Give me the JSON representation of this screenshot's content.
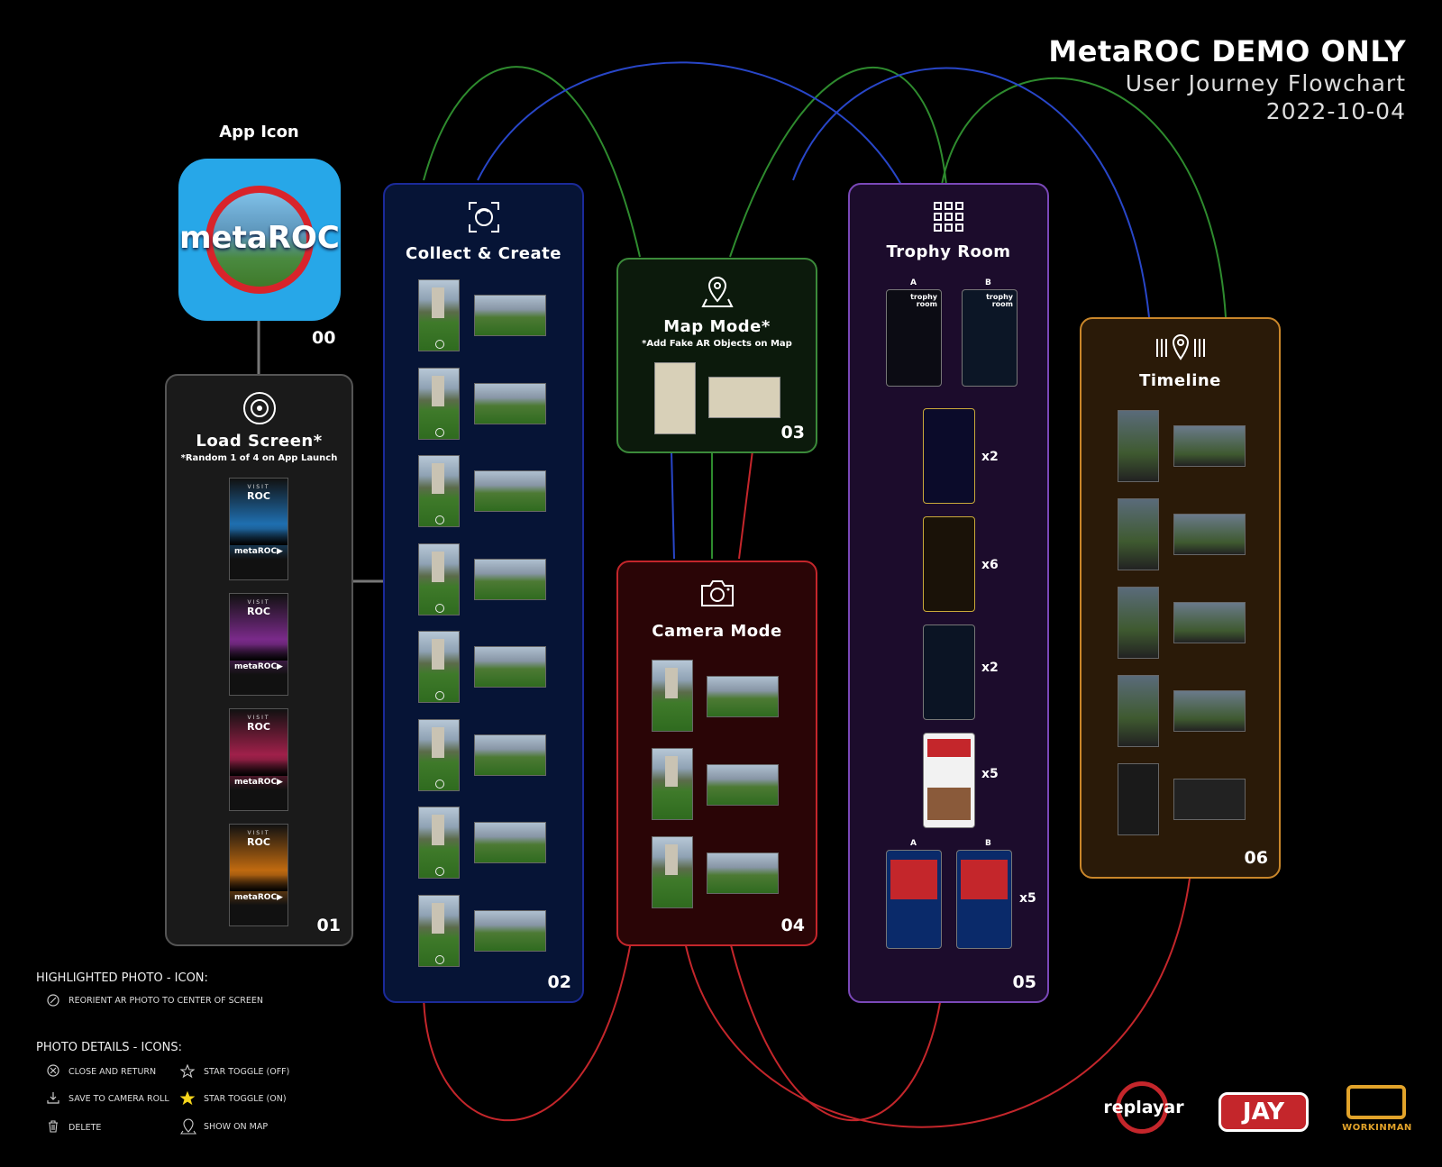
{
  "header": {
    "title": "MetaROC DEMO ONLY",
    "subtitle": "User Journey Flowchart",
    "date": "2022-10-04"
  },
  "app_icon": {
    "label": "App Icon",
    "logo_text": "metaROC",
    "number": "00"
  },
  "load_screen": {
    "title": "Load Screen*",
    "subtitle": "*Random 1 of 4 on App Launch",
    "number": "01",
    "screens": [
      {
        "visit": "VISIT",
        "roc": "ROC",
        "brand": "metaROC▶",
        "color": "#1f6fb0"
      },
      {
        "visit": "VISIT",
        "roc": "ROC",
        "brand": "metaROC▶",
        "color": "#7a2a8a"
      },
      {
        "visit": "VISIT",
        "roc": "ROC",
        "brand": "metaROC▶",
        "color": "#a0204a"
      },
      {
        "visit": "VISIT",
        "roc": "ROC",
        "brand": "metaROC▶",
        "color": "#c06a10"
      }
    ]
  },
  "collect": {
    "title": "Collect & Create",
    "number": "02"
  },
  "map_mode": {
    "title": "Map Mode*",
    "subtitle": "*Add Fake AR Objects on Map",
    "number": "03"
  },
  "camera_mode": {
    "title": "Camera Mode",
    "number": "04"
  },
  "trophy": {
    "title": "Trophy Room",
    "number": "05",
    "label_a": "A",
    "label_b": "B",
    "label_a2": "A",
    "label_b2": "B",
    "trophy_text": "trophy room",
    "multipliers": [
      "x2",
      "x6",
      "x2",
      "x5",
      "x5"
    ]
  },
  "timeline": {
    "title": "Timeline",
    "number": "06"
  },
  "legend": {
    "highlighted_heading": "HIGHLIGHTED PHOTO - ICON:",
    "reorient": "REORIENT AR PHOTO TO CENTER OF SCREEN",
    "details_heading": "PHOTO DETAILS -  ICONS:",
    "close": "CLOSE AND RETURN",
    "save": "SAVE TO CAMERA ROLL",
    "delete": "DELETE",
    "star_off": "STAR TOGGLE (OFF)",
    "star_on": "STAR TOGGLE (ON)",
    "show_map": "SHOW ON MAP"
  },
  "logos": {
    "replayar": "replayar",
    "jay": "JAY",
    "workinman": "WORKINMAN"
  },
  "colors": {
    "collect": "#1b2a9a",
    "map": "#3b8a3a",
    "camera": "#c4262b",
    "trophy": "#7a48b8",
    "timeline": "#c9862a",
    "load": "#555555",
    "line_green": "#2e8b2e",
    "line_blue": "#2846c8",
    "line_red": "#c4262b"
  }
}
